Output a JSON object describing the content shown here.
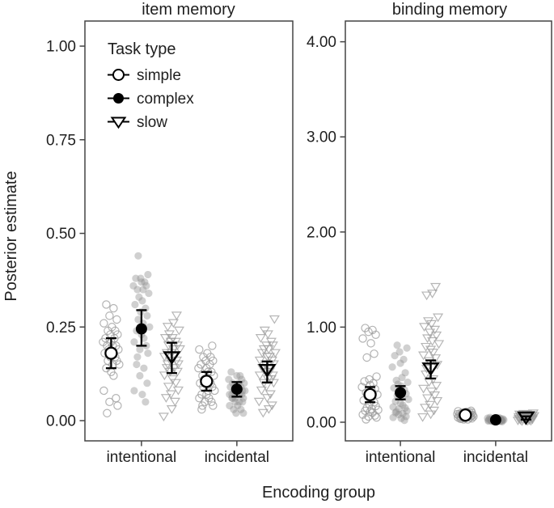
{
  "figure": {
    "y_axis_label": "Posterior estimate",
    "x_axis_label": "Encoding group",
    "legend": {
      "title": "Task type",
      "entries": [
        {
          "label": "simple",
          "marker": "open-circle"
        },
        {
          "label": "complex",
          "marker": "filled-circle"
        },
        {
          "label": "slow",
          "marker": "open-triangle-down"
        }
      ]
    },
    "colors": {
      "jitter_gray": "#9a9a9a",
      "jitter_fill_gray": "#8f8f8f",
      "summary_black": "#000000",
      "panel_border": "#444444",
      "text": "#1f1f1f",
      "background": "#ffffff"
    }
  },
  "chart_data": [
    {
      "type": "scatter",
      "title": "item memory",
      "ylim": [
        -0.054,
        1.067
      ],
      "yticks": [
        {
          "v": 0.0,
          "label": "0.00"
        },
        {
          "v": 0.25,
          "label": "0.25"
        },
        {
          "v": 0.5,
          "label": "0.50"
        },
        {
          "v": 0.75,
          "label": "0.75"
        },
        {
          "v": 1.0,
          "label": "1.00"
        }
      ],
      "categories": [
        "intentional",
        "incidental"
      ],
      "series": [
        {
          "name": "simple",
          "marker": "open-circle",
          "groups": [
            {
              "category": "intentional",
              "mean": 0.18,
              "ci_low": 0.14,
              "ci_high": 0.22,
              "points": [
                0.31,
                0.3,
                0.28,
                0.27,
                0.26,
                0.25,
                0.24,
                0.24,
                0.23,
                0.23,
                0.22,
                0.22,
                0.21,
                0.21,
                0.2,
                0.2,
                0.2,
                0.19,
                0.19,
                0.18,
                0.18,
                0.17,
                0.17,
                0.16,
                0.16,
                0.15,
                0.15,
                0.14,
                0.13,
                0.12,
                0.08,
                0.06,
                0.05,
                0.04,
                0.02
              ]
            },
            {
              "category": "incidental",
              "mean": 0.105,
              "ci_low": 0.08,
              "ci_high": 0.13,
              "points": [
                0.2,
                0.19,
                0.18,
                0.17,
                0.17,
                0.16,
                0.16,
                0.15,
                0.15,
                0.14,
                0.14,
                0.13,
                0.13,
                0.12,
                0.12,
                0.11,
                0.11,
                0.1,
                0.1,
                0.1,
                0.09,
                0.09,
                0.08,
                0.08,
                0.07,
                0.07,
                0.06,
                0.06,
                0.05,
                0.05,
                0.04,
                0.04,
                0.03
              ]
            }
          ]
        },
        {
          "name": "complex",
          "marker": "filled-circle",
          "groups": [
            {
              "category": "intentional",
              "mean": 0.245,
              "ci_low": 0.2,
              "ci_high": 0.295,
              "points": [
                0.44,
                0.39,
                0.38,
                0.38,
                0.37,
                0.37,
                0.36,
                0.36,
                0.35,
                0.35,
                0.34,
                0.33,
                0.32,
                0.31,
                0.3,
                0.29,
                0.28,
                0.27,
                0.26,
                0.25,
                0.24,
                0.23,
                0.22,
                0.21,
                0.2,
                0.19,
                0.18,
                0.17,
                0.15,
                0.14,
                0.12,
                0.1,
                0.08,
                0.07,
                0.05
              ]
            },
            {
              "category": "incidental",
              "mean": 0.084,
              "ci_low": 0.064,
              "ci_high": 0.103,
              "points": [
                0.13,
                0.12,
                0.12,
                0.11,
                0.11,
                0.1,
                0.1,
                0.1,
                0.09,
                0.09,
                0.09,
                0.09,
                0.08,
                0.08,
                0.08,
                0.08,
                0.08,
                0.07,
                0.07,
                0.07,
                0.07,
                0.07,
                0.06,
                0.06,
                0.06,
                0.06,
                0.05,
                0.05,
                0.05,
                0.04,
                0.04,
                0.03,
                0.03,
                0.02,
                0.02
              ]
            }
          ]
        },
        {
          "name": "slow",
          "marker": "open-triangle-down",
          "groups": [
            {
              "category": "intentional",
              "mean": 0.168,
              "ci_low": 0.127,
              "ci_high": 0.208,
              "points": [
                0.28,
                0.26,
                0.25,
                0.24,
                0.23,
                0.22,
                0.22,
                0.21,
                0.21,
                0.2,
                0.2,
                0.19,
                0.19,
                0.18,
                0.18,
                0.17,
                0.17,
                0.16,
                0.16,
                0.15,
                0.15,
                0.14,
                0.14,
                0.13,
                0.13,
                0.12,
                0.11,
                0.1,
                0.09,
                0.08,
                0.07,
                0.06,
                0.05,
                0.03,
                0.01
              ]
            },
            {
              "category": "incidental",
              "mean": 0.134,
              "ci_low": 0.102,
              "ci_high": 0.158,
              "points": [
                0.27,
                0.24,
                0.23,
                0.22,
                0.21,
                0.2,
                0.2,
                0.19,
                0.19,
                0.18,
                0.18,
                0.17,
                0.17,
                0.16,
                0.16,
                0.15,
                0.15,
                0.14,
                0.14,
                0.13,
                0.13,
                0.12,
                0.12,
                0.11,
                0.11,
                0.1,
                0.1,
                0.09,
                0.08,
                0.07,
                0.06,
                0.05,
                0.04,
                0.03,
                0.02
              ]
            }
          ]
        }
      ]
    },
    {
      "type": "scatter",
      "title": "binding memory",
      "ylim": [
        -0.196,
        4.218
      ],
      "yticks": [
        {
          "v": 0.0,
          "label": "0.00"
        },
        {
          "v": 1.0,
          "label": "1.00"
        },
        {
          "v": 2.0,
          "label": "2.00"
        },
        {
          "v": 3.0,
          "label": "3.00"
        },
        {
          "v": 4.0,
          "label": "4.00"
        }
      ],
      "categories": [
        "intentional",
        "incidental"
      ],
      "series": [
        {
          "name": "simple",
          "marker": "open-circle",
          "groups": [
            {
              "category": "intentional",
              "mean": 0.29,
              "ci_low": 0.21,
              "ci_high": 0.37,
              "points": [
                0.99,
                0.97,
                0.95,
                0.92,
                0.88,
                0.83,
                0.72,
                0.68,
                0.48,
                0.45,
                0.43,
                0.41,
                0.39,
                0.37,
                0.35,
                0.33,
                0.31,
                0.29,
                0.27,
                0.25,
                0.23,
                0.21,
                0.19,
                0.17,
                0.15,
                0.14,
                0.13,
                0.12,
                0.11,
                0.1,
                0.08,
                0.07,
                0.06,
                0.05,
                0.03
              ]
            },
            {
              "category": "incidental",
              "mean": 0.075,
              "ci_low": 0.058,
              "ci_high": 0.092,
              "points": [
                0.12,
                0.115,
                0.11,
                0.105,
                0.1,
                0.1,
                0.095,
                0.09,
                0.09,
                0.085,
                0.085,
                0.08,
                0.08,
                0.08,
                0.075,
                0.075,
                0.075,
                0.07,
                0.07,
                0.07,
                0.065,
                0.065,
                0.06,
                0.06,
                0.06,
                0.055,
                0.055,
                0.05,
                0.05,
                0.045,
                0.04,
                0.04,
                0.035,
                0.03,
                0.03
              ]
            }
          ]
        },
        {
          "name": "complex",
          "marker": "filled-circle",
          "groups": [
            {
              "category": "intentional",
              "mean": 0.31,
              "ci_low": 0.24,
              "ci_high": 0.38,
              "points": [
                0.81,
                0.78,
                0.74,
                0.7,
                0.66,
                0.62,
                0.58,
                0.52,
                0.47,
                0.44,
                0.42,
                0.4,
                0.38,
                0.36,
                0.34,
                0.32,
                0.3,
                0.28,
                0.26,
                0.24,
                0.22,
                0.2,
                0.18,
                0.16,
                0.15,
                0.14,
                0.12,
                0.11,
                0.1,
                0.09,
                0.08,
                0.06,
                0.05,
                0.04,
                0.02
              ]
            },
            {
              "category": "incidental",
              "mean": 0.025,
              "ci_low": 0.015,
              "ci_high": 0.036,
              "points": [
                0.05,
                0.047,
                0.044,
                0.042,
                0.04,
                0.038,
                0.036,
                0.034,
                0.032,
                0.03,
                0.03,
                0.028,
                0.028,
                0.026,
                0.026,
                0.024,
                0.024,
                0.022,
                0.022,
                0.02,
                0.02,
                0.02,
                0.018,
                0.018,
                0.016,
                0.016,
                0.014,
                0.014,
                0.012,
                0.012,
                0.01,
                0.01,
                0.008,
                0.006,
                0.005
              ]
            }
          ]
        },
        {
          "name": "slow",
          "marker": "open-triangle-down",
          "groups": [
            {
              "category": "intentional",
              "mean": 0.56,
              "ci_low": 0.46,
              "ci_high": 0.65,
              "points": [
                1.42,
                1.35,
                1.33,
                1.1,
                1.06,
                1.03,
                1.0,
                0.97,
                0.94,
                0.91,
                0.88,
                0.85,
                0.82,
                0.79,
                0.76,
                0.73,
                0.7,
                0.67,
                0.64,
                0.6,
                0.56,
                0.5,
                0.45,
                0.42,
                0.38,
                0.35,
                0.32,
                0.28,
                0.25,
                0.22,
                0.18,
                0.15,
                0.12,
                0.08,
                0.05
              ]
            },
            {
              "category": "incidental",
              "mean": 0.045,
              "ci_low": 0.028,
              "ci_high": 0.062,
              "points": [
                0.09,
                0.085,
                0.08,
                0.078,
                0.075,
                0.072,
                0.07,
                0.067,
                0.065,
                0.062,
                0.06,
                0.058,
                0.055,
                0.052,
                0.05,
                0.048,
                0.046,
                0.044,
                0.042,
                0.04,
                0.038,
                0.036,
                0.034,
                0.032,
                0.03,
                0.028,
                0.026,
                0.024,
                0.022,
                0.02,
                0.018,
                0.015,
                0.012,
                0.01,
                0.008
              ]
            }
          ]
        }
      ]
    }
  ],
  "layout_hints": {
    "grid": false,
    "legend_position": "inside-top-left-first-panel",
    "jitter_pattern": [
      -6,
      3,
      -2,
      7,
      -9,
      1,
      5,
      -4,
      8,
      -1,
      -7,
      4,
      0,
      -10,
      6,
      2,
      -5,
      9,
      -3,
      1,
      -8,
      5,
      -1,
      7,
      -4,
      2,
      10,
      -6,
      0,
      3,
      -9,
      6,
      -2,
      8,
      -5
    ]
  }
}
